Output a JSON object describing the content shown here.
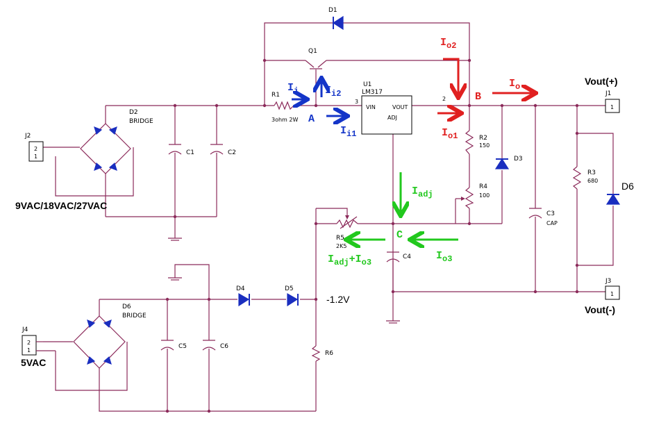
{
  "labels": {
    "d1": "D1",
    "q1": "Q1",
    "u1": "U1",
    "lm317": "LM317",
    "vin": "VIN",
    "vout": "VOUT",
    "adj": "ADJ",
    "pin3": "3",
    "pin2": "2",
    "r1": "R1",
    "r1_val": "3ohm 2W",
    "d2": "D2",
    "bridge": "BRIDGE",
    "j2": "J2",
    "c1": "C1",
    "c2": "C2",
    "input_voltages": "9VAC/18VAC/27VAC",
    "r2": "R2",
    "r2_val": "150",
    "r4": "R4",
    "r4_val": "100",
    "d3": "D3",
    "c3": "C3",
    "c3_val": "CAP",
    "r3": "R3",
    "r3_val": "680",
    "d6_right": "D6",
    "j1": "J1",
    "j3": "J3",
    "vout_pos": "Vout(+)",
    "vout_neg": "Vout(-)",
    "pin1": "1",
    "r5": "R5",
    "r5_val": "2K5",
    "c4": "C4",
    "neg_voltage": "-1.2V",
    "d4": "D4",
    "d5": "D5",
    "d6": "D6",
    "j4": "J4",
    "ac5": "5VAC",
    "c5": "C5",
    "c6": "C6",
    "r6": "R6",
    "pin21": "2",
    "pin11": "1"
  },
  "annotations": {
    "ii": "I",
    "ii_sub": "i",
    "ii2": "I",
    "ii2_sub": "i2",
    "ii1": "I",
    "ii1_sub": "i1",
    "node_a": "A",
    "io2": "I",
    "io2_sub": "o2",
    "node_b": "B",
    "io": "I",
    "io_sub": "o",
    "io1": "I",
    "io1_sub": "o1",
    "iadj": "I",
    "iadj_sub": "adj",
    "node_c": "C",
    "io3": "I",
    "io3_sub": "o3",
    "iadj_io3": "I",
    "iadj_io3_sub1": "adj",
    "iadj_io3_plus": "+I",
    "iadj_io3_sub2": "o3"
  },
  "colors": {
    "wire": "#8b2a5a",
    "diode": "#1a2ebf",
    "blue_annotation": "#1435c8",
    "red_annotation": "#e02020",
    "green_annotation": "#22c81e"
  }
}
